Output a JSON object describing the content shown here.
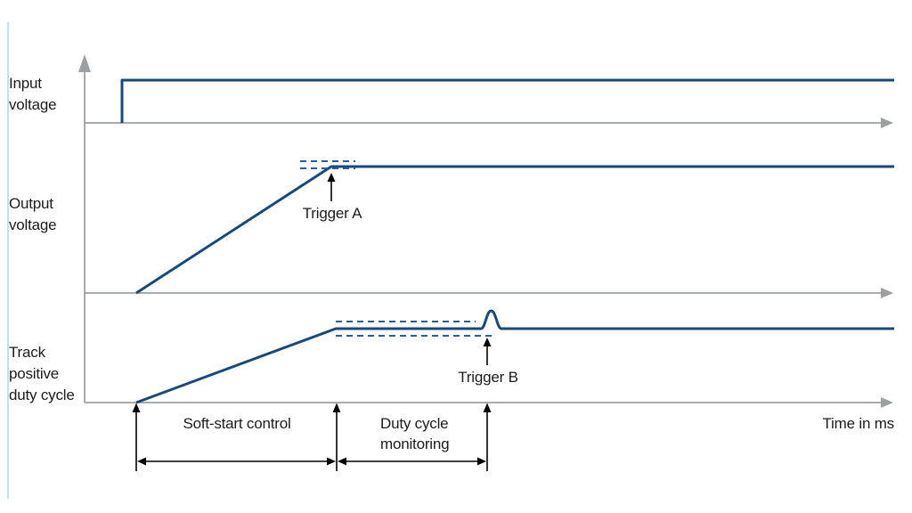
{
  "panels": {
    "input_voltage_label": "Input\nvoltage",
    "output_voltage_label": "Output\nvoltage",
    "track_duty_label": "Track\npositive\nduty cycle"
  },
  "annotations": {
    "trigger_a": "Trigger A",
    "trigger_b": "Trigger B",
    "soft_start_phase": "Soft-start control",
    "duty_monitoring_phase": "Duty cycle\nmonitoring",
    "time_axis": "Time in ms"
  },
  "colors": {
    "waveform_blue": "#17497B",
    "dash_blue": "#2A5D9F",
    "axis_gray": "#9DA0A3",
    "left_bar_blue": "#BCE3F3",
    "text_black": "#1C1C1C"
  }
}
